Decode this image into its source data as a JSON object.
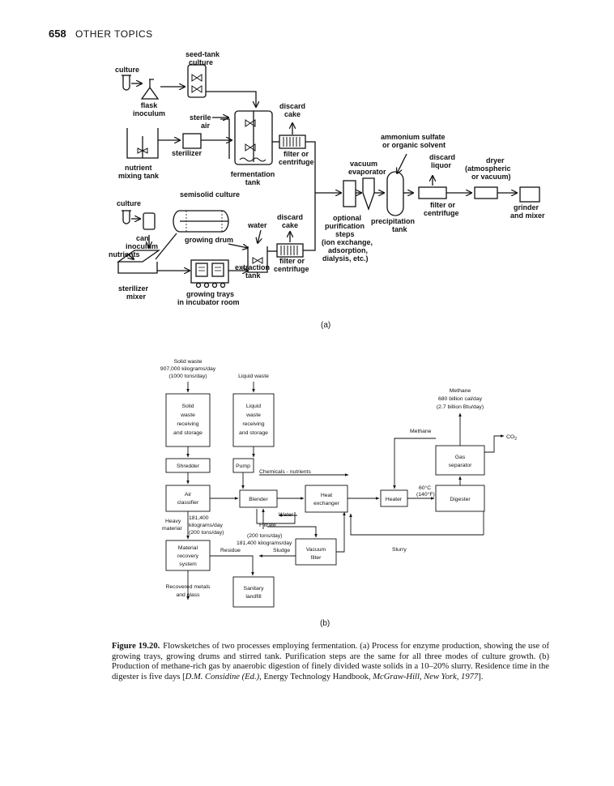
{
  "header": {
    "page_number": "658",
    "section_title": "OTHER TOPICS"
  },
  "fig_a": {
    "culture_top": "culture",
    "seed_tank": [
      "seed-tank",
      "culture"
    ],
    "flask": [
      "flask",
      "inoculum"
    ],
    "sterile_air": [
      "sterile",
      "air"
    ],
    "discard_cake_1": [
      "discard",
      "cake"
    ],
    "sterilizer": "sterilizer",
    "nutrient": [
      "nutrient",
      "mixing tank"
    ],
    "fermentation": [
      "fermentation",
      "tank"
    ],
    "filter1": [
      "filter or",
      "centrifuge"
    ],
    "ammonium": [
      "ammonium sulfate",
      "or organic solvent"
    ],
    "vacuum": [
      "vacuum",
      "evaporator"
    ],
    "discard_liquor": [
      "discard",
      "liquor"
    ],
    "dryer": [
      "dryer",
      "(atmospheric",
      "or vacuum)"
    ],
    "semisolid": "semisolid culture",
    "culture_mid": "culture",
    "discard_cake_2": [
      "discard",
      "cake"
    ],
    "water": "water",
    "can_inoculum": [
      "can",
      "inoculum"
    ],
    "growing_drum": "growing drum",
    "nutrients": "nutrients",
    "optional": [
      "optional",
      "purification",
      "steps",
      "(ion exchange,",
      "adsorption,",
      "dialysis, etc.)"
    ],
    "precip": [
      "precipitation",
      "tank"
    ],
    "filter3": [
      "filter or",
      "centrifuge"
    ],
    "grinder": [
      "grinder",
      "and mixer"
    ],
    "filter2": [
      "filter or",
      "centrifuge"
    ],
    "extraction": [
      "extraction",
      "tank"
    ],
    "sterilizer_mixer": [
      "sterilizer",
      "mixer"
    ],
    "trays": [
      "growing trays",
      "in incubator room"
    ],
    "label": "(a)"
  },
  "fig_b": {
    "solid_waste_in": [
      "Solid waste",
      "907,000 kilograms/day",
      "(1000 tons/day)"
    ],
    "liquid_waste_in": "Liquid waste",
    "solid_box": [
      "Solid",
      "waste",
      "receiving",
      "and storage"
    ],
    "liquid_box": [
      "Liquid",
      "waste",
      "receiving",
      "and storage"
    ],
    "methane_out": [
      "Methane",
      "680 billion cal/day",
      "(2.7 billion Btu/day)"
    ],
    "methane_line": "Methane",
    "co2": "CO",
    "co2_sub": "2",
    "gas_sep": [
      "Gas",
      "separator"
    ],
    "shredder": "Shredder",
    "pump": "Pump",
    "chemicals": "Chemicals - nutrients",
    "temp": [
      "60°C",
      "(140°F)"
    ],
    "air": [
      "Air",
      "classifier"
    ],
    "blender": "Blender",
    "heat_ex": [
      "Heat",
      "exchanger"
    ],
    "heater": "Heater",
    "digester": "Digester",
    "water": "Water",
    "heavy": [
      "Heavy",
      "material"
    ],
    "heavy_flow": [
      "181,400",
      "kilograms/day",
      "(200 tons/day)"
    ],
    "filtrate": "Filtrate",
    "sludge_flow": [
      "(200 tons/day)",
      "181,400 kilograms/day"
    ],
    "residue": "Residue",
    "sludge": "Sludge",
    "material_rec": [
      "Material",
      "recovery",
      "system"
    ],
    "vacuum_filter": [
      "Vacuum",
      "filter"
    ],
    "slurry": "Slurry",
    "recovered": [
      "Recovered metals",
      "and glass"
    ],
    "landfill": [
      "Sanitary",
      "landfill"
    ],
    "label": "(b)"
  },
  "caption": {
    "label": "Figure 19.20.",
    "part1": "Flowsketches of two processes employing fermentation. (a) Process for enzyme production, showing the use of growing trays, growing drums and stirred tank. Purification steps are the same for all three modes of culture growth. (b) Production of methane-rich gas by anaerobic digestion of finely divided waste solids in a 10–20% slurry. Residence time in the digester is five days [",
    "italic1": "D.M. Considine (Ed.)",
    "part2": ", Energy Technology Handbook, ",
    "italic2": "McGraw-Hill, New York, 1977",
    "part3": "]."
  }
}
